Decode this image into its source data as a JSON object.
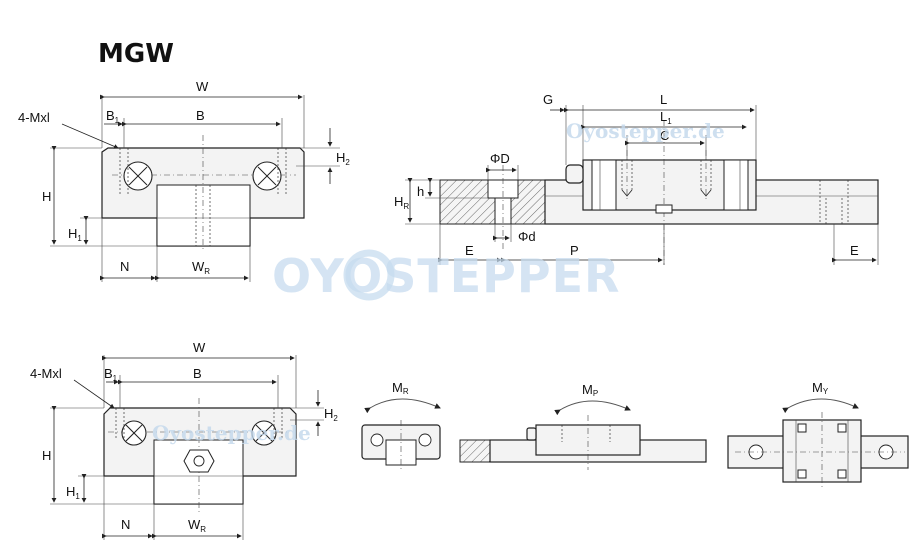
{
  "title": "MGW",
  "watermark_large": "OYOSTEPPER",
  "watermark_small": "Oyostepper.de",
  "labels": {
    "W": "W",
    "B1_main": "B",
    "B1_sub": "1",
    "B": "B",
    "mxl": "4-Mxl",
    "H": "H",
    "H1_main": "H",
    "H1_sub": "1",
    "H2_main": "H",
    "H2_sub": "2",
    "N": "N",
    "WR_main": "W",
    "WR_sub": "R",
    "G": "G",
    "L": "L",
    "L1_main": "L",
    "L1_sub": "1",
    "C": "C",
    "PhiD": "ΦD",
    "Phid": "Φd",
    "HR_main": "H",
    "HR_sub": "R",
    "h": "h",
    "E": "E",
    "P": "P",
    "MR_main": "M",
    "MR_sub": "R",
    "MP_main": "M",
    "MP_sub": "P",
    "MY_main": "M",
    "MY_sub": "Y"
  },
  "colors": {
    "line": "#222222",
    "watermark": "#c7dcef",
    "fill": "#f3f3f3"
  }
}
